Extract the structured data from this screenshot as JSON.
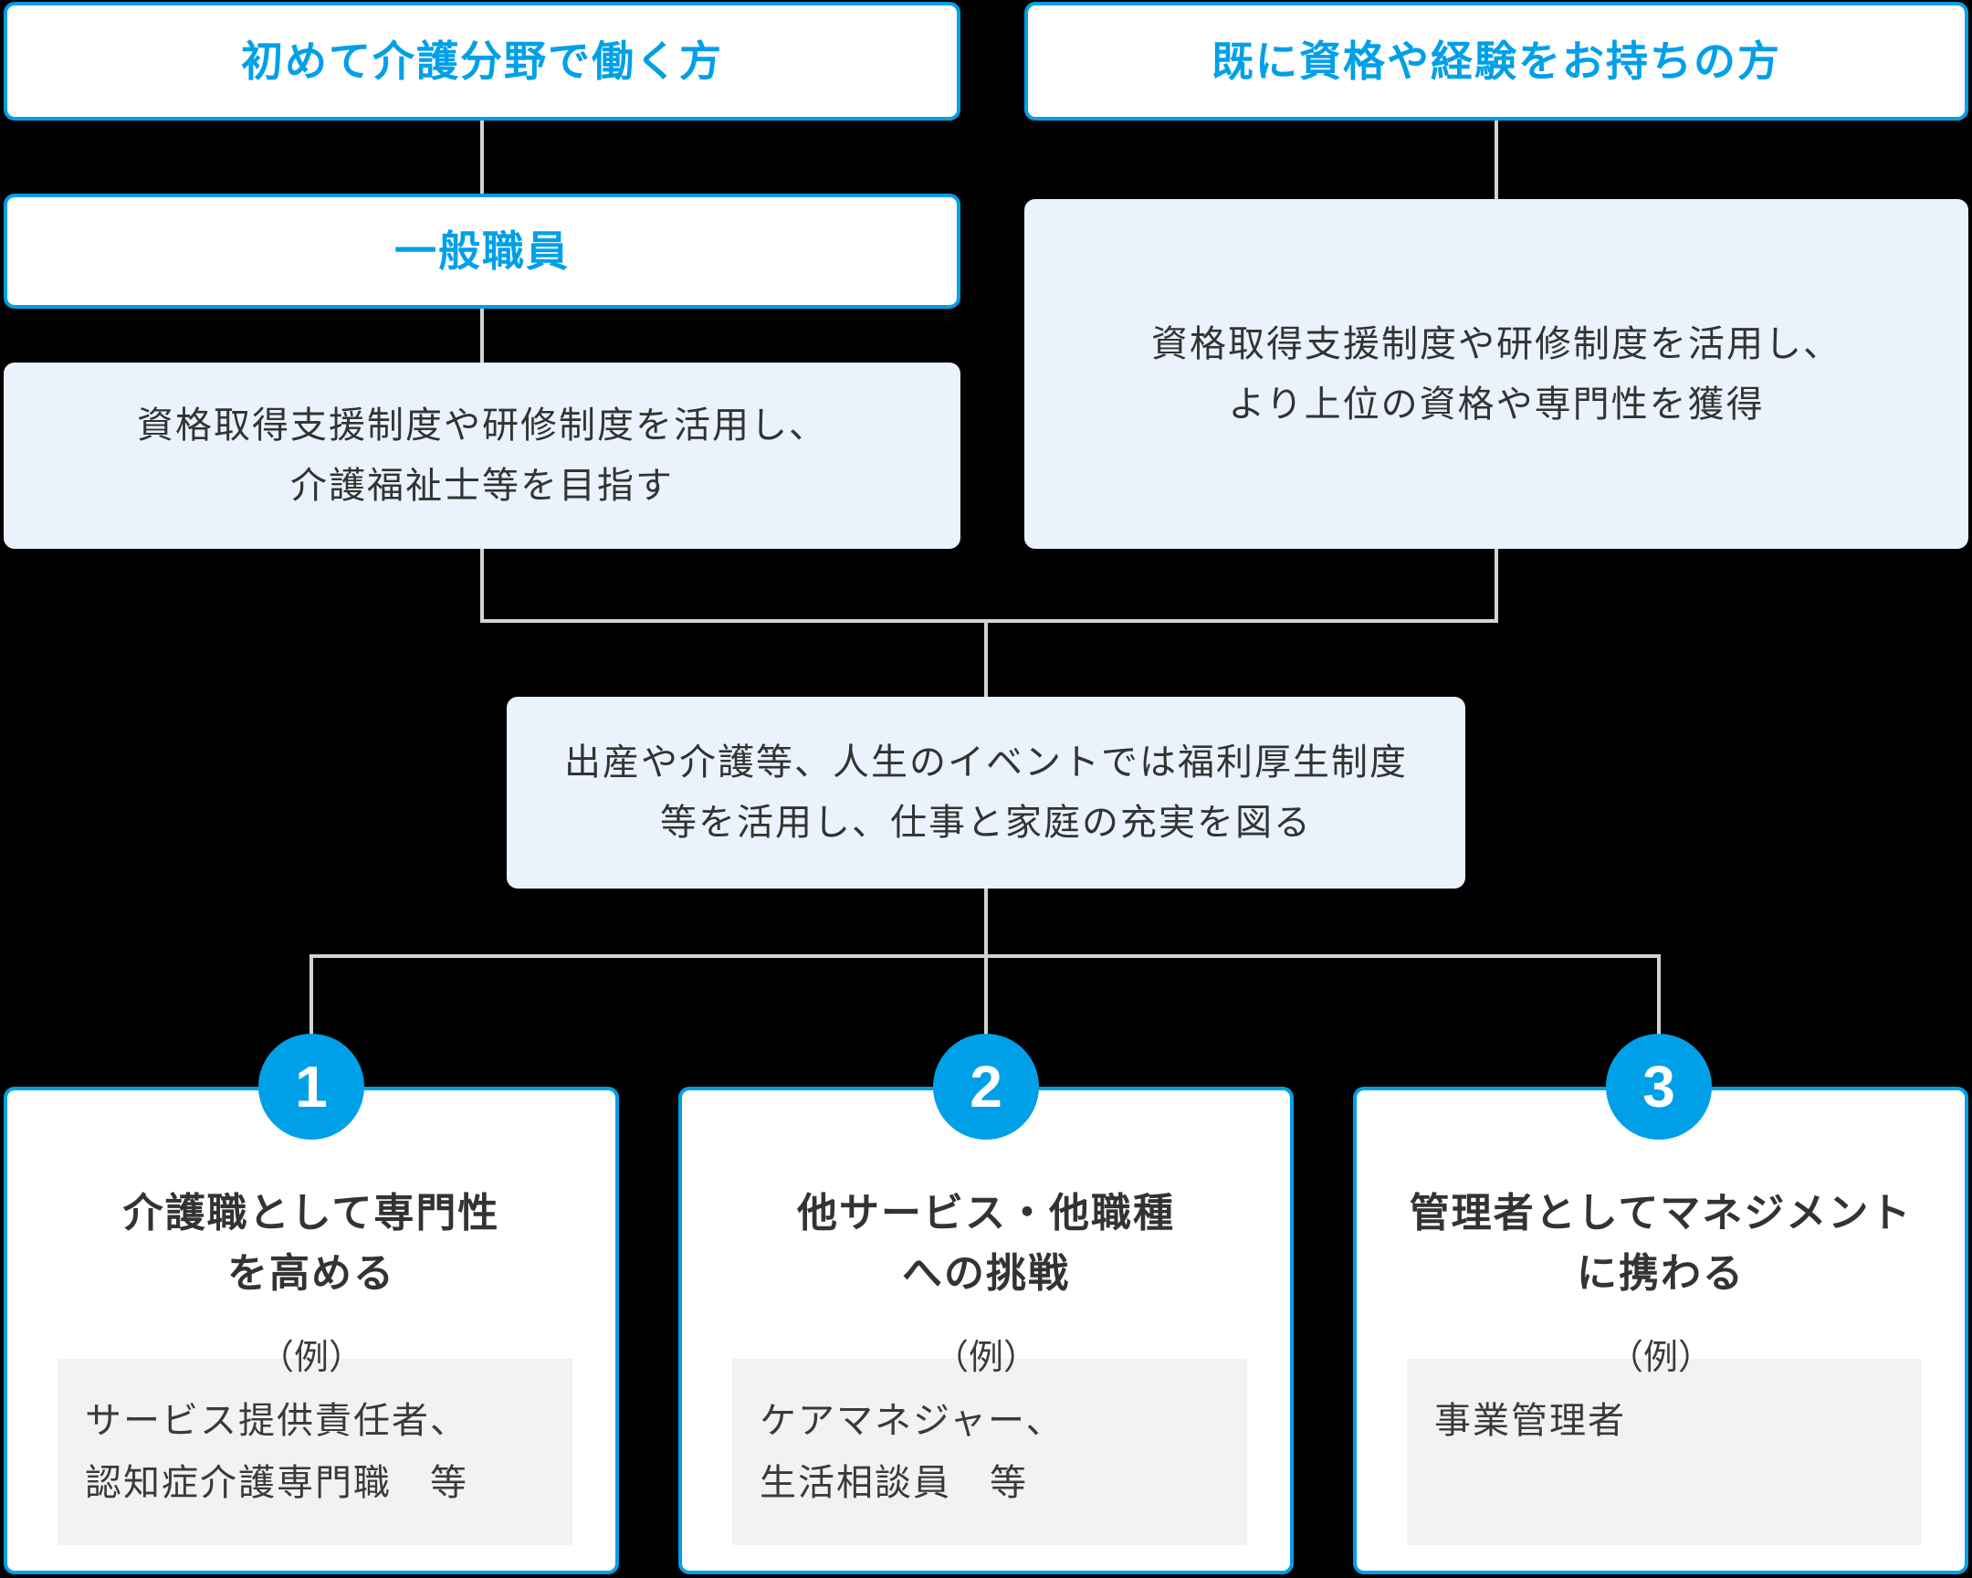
{
  "palette": {
    "accent_blue": "#00A0E9",
    "light_blue_fill": "#EAF2FB",
    "gray_fill": "#F2F2F2",
    "connector_gray": "#D3D3D3",
    "text_dark": "#333333",
    "card_bg": "#FFFFFF",
    "page_bg": "#000000"
  },
  "flow": {
    "entry_left": {
      "title": "初めて介護分野で働く方"
    },
    "entry_right": {
      "title": "既に資格や経験をお持ちの方"
    },
    "staff_box": {
      "title": "一般職員"
    },
    "left_note": {
      "line1": "資格取得支援制度や研修制度を活用し、",
      "line2": "介護福祉士等を目指す"
    },
    "right_note": {
      "line1": "資格取得支援制度や研修制度を活用し、",
      "line2": "より上位の資格や専門性を獲得"
    },
    "life_note": {
      "line1": "出産や介護等、人生のイベントでは福利厚生制度",
      "line2": "等を活用し、仕事と家庭の充実を図る"
    },
    "paths": [
      {
        "number": "1",
        "title_line1": "介護職として専門性",
        "title_line2": "を高める",
        "example_label": "（例）",
        "example_line1": "サービス提供責任者、",
        "example_line2": "認知症介護専門職　等"
      },
      {
        "number": "2",
        "title_line1": "他サービス・他職種",
        "title_line2": "への挑戦",
        "example_label": "（例）",
        "example_line1": "ケアマネジャー、",
        "example_line2": "生活相談員　等"
      },
      {
        "number": "3",
        "title_line1": "管理者としてマネジメント",
        "title_line2": "に携わる",
        "example_label": "（例）",
        "example_line1": "事業管理者",
        "example_line2": ""
      }
    ]
  }
}
